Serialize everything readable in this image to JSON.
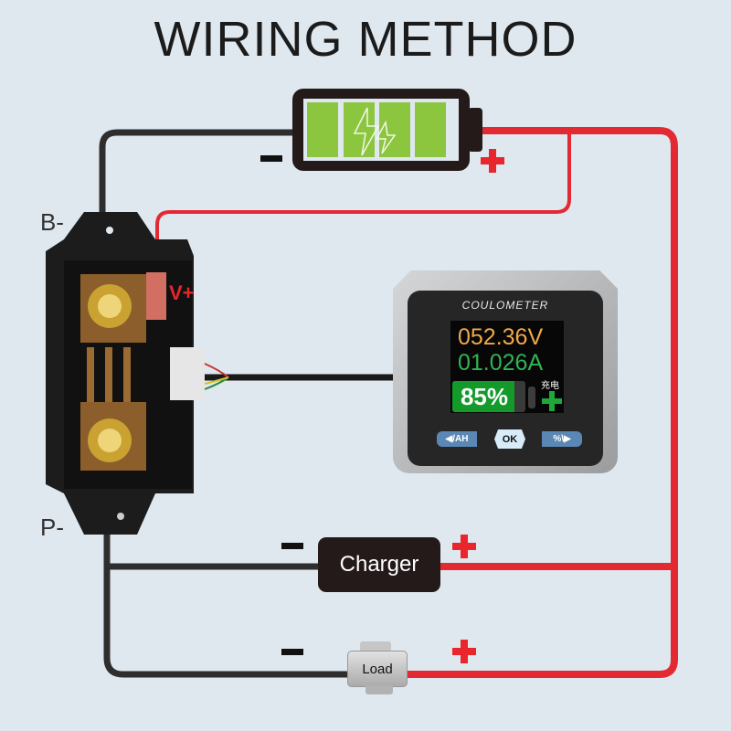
{
  "title": "WIRING METHOD",
  "battery": {
    "negative_sign": "−",
    "positive_sign": "+",
    "icon": "battery-charging-icon",
    "fill_color": "#8cc63f",
    "bolt_icon": "lightning-bolt-icon"
  },
  "shunt": {
    "b_minus_label": "B-",
    "p_minus_label": "P-",
    "v_plus_label": "V+"
  },
  "meter": {
    "brand": "COULOMETER",
    "voltage": "052.36V",
    "current": "01.026A",
    "battery_percent_label": "85%",
    "battery_percent": 85,
    "charge_status": "充电",
    "charge_icon": "plus-icon",
    "buttons": {
      "left": "◀/AH",
      "ok": "OK",
      "right": "%\\▶"
    },
    "colors": {
      "voltage": "#f0a94a",
      "current": "#2fb455",
      "battery": "#139a2b"
    }
  },
  "charger": {
    "label": "Charger",
    "negative_sign": "−",
    "positive_sign": "+"
  },
  "load": {
    "label": "Load",
    "negative_sign": "−",
    "positive_sign": "+"
  },
  "colors": {
    "positive_wire": "#e32a33",
    "negative_wire": "#2e2e2e",
    "background": "#dfe8ef"
  }
}
